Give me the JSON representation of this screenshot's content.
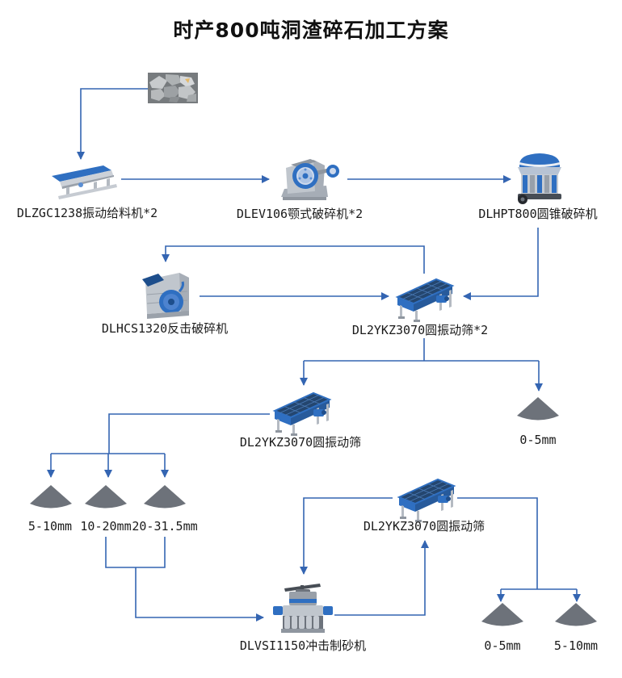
{
  "title": "时产800吨洞渣碎石加工方案",
  "colors": {
    "connector_blue": "#3465b2",
    "pile_gray": "#6d727a",
    "machine_blue": "#2f6fc1",
    "text": "#1a1a1a"
  },
  "machines": [
    {
      "id": "feeder",
      "label": "DLZGC1238振动给料机*2"
    },
    {
      "id": "jaw-crusher",
      "label": "DLEV106颚式破碎机*2"
    },
    {
      "id": "cone-crusher",
      "label": "DLHPT800圆锥破碎机"
    },
    {
      "id": "impact-crusher",
      "label": "DLHCS1320反击破碎机"
    },
    {
      "id": "screen-1",
      "label": "DL2YKZ3070圆振动筛*2"
    },
    {
      "id": "screen-2",
      "label": "DL2YKZ3070圆振动筛"
    },
    {
      "id": "screen-3",
      "label": "DL2YKZ3070圆振动筛"
    },
    {
      "id": "sand-maker",
      "label": "DLVSI1150冲击制砂机"
    }
  ],
  "product_piles": [
    {
      "id": "pile-0-5-top",
      "label": "0-5mm"
    },
    {
      "id": "pile-5-10-left",
      "label": "5-10mm"
    },
    {
      "id": "pile-10-20",
      "label": "10-20mm"
    },
    {
      "id": "pile-20-31-5",
      "label": "20-31.5mm"
    },
    {
      "id": "pile-0-5-bottom",
      "label": "0-5mm"
    },
    {
      "id": "pile-5-10-bottom",
      "label": "5-10mm"
    }
  ],
  "flow_edges": [
    {
      "from": "raw-material",
      "to": "feeder"
    },
    {
      "from": "feeder",
      "to": "jaw-crusher"
    },
    {
      "from": "jaw-crusher",
      "to": "cone-crusher"
    },
    {
      "from": "cone-crusher",
      "to": "screen-1"
    },
    {
      "from": "screen-1",
      "to": "impact-crusher"
    },
    {
      "from": "impact-crusher",
      "to": "screen-1"
    },
    {
      "from": "screen-1",
      "to": "screen-2"
    },
    {
      "from": "screen-1",
      "to": "pile-0-5-top"
    },
    {
      "from": "screen-2",
      "to": "pile-5-10-left"
    },
    {
      "from": "screen-2",
      "to": "pile-10-20"
    },
    {
      "from": "screen-2",
      "to": "pile-20-31-5"
    },
    {
      "from": "pile-10-20",
      "to": "sand-maker"
    },
    {
      "from": "pile-20-31-5",
      "to": "sand-maker"
    },
    {
      "from": "sand-maker",
      "to": "screen-3"
    },
    {
      "from": "screen-3",
      "to": "sand-maker"
    },
    {
      "from": "screen-3",
      "to": "pile-0-5-bottom"
    },
    {
      "from": "screen-3",
      "to": "pile-5-10-bottom"
    }
  ]
}
